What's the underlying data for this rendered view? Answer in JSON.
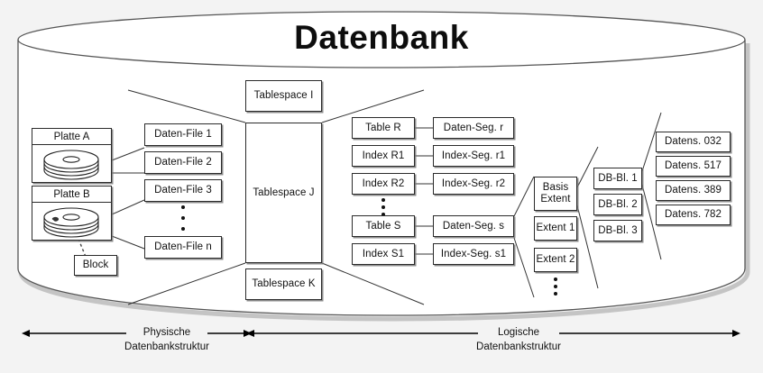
{
  "diagram": {
    "title": "Datenbank",
    "background_color": "#f3f3f3",
    "outline_color": "#555555",
    "box_border_color": "#2b2b2b"
  },
  "physical": {
    "disks": [
      {
        "label": "Platte A",
        "icon": "disk-platter-icon"
      },
      {
        "label": "Platte B",
        "icon": "disk-platter-icon"
      }
    ],
    "block": {
      "label": "Block"
    },
    "data_files": [
      {
        "label": "Daten-File 1"
      },
      {
        "label": "Daten-File 2"
      },
      {
        "label": "Daten-File 3"
      },
      {
        "label": "Daten-File n"
      }
    ],
    "data_files_ellipsis": "⋮"
  },
  "tablespaces": [
    {
      "label": "Tablespace I"
    },
    {
      "label": "Tablespace J"
    },
    {
      "label": "Tablespace K"
    }
  ],
  "objects": [
    {
      "label": "Table R"
    },
    {
      "label": "Index R1"
    },
    {
      "label": "Index R2"
    },
    {
      "label": "Table S"
    },
    {
      "label": "Index S1"
    }
  ],
  "segments": [
    {
      "label": "Daten-Seg. r"
    },
    {
      "label": "Index-Seg. r1"
    },
    {
      "label": "Index-Seg. r2"
    },
    {
      "label": "Daten-Seg. s"
    },
    {
      "label": "Index-Seg. s1"
    }
  ],
  "extents": [
    {
      "label": "Basis Extent",
      "line1": "Basis",
      "line2": "Extent"
    },
    {
      "label": "Extent 1"
    },
    {
      "label": "Extent 2"
    }
  ],
  "db_blocks": [
    {
      "label": "DB-Bl. 1"
    },
    {
      "label": "DB-Bl. 2"
    },
    {
      "label": "DB-Bl. 3"
    }
  ],
  "records": [
    {
      "label": "Datens. 032"
    },
    {
      "label": "Datens. 517"
    },
    {
      "label": "Datens. 389"
    },
    {
      "label": "Datens. 782"
    }
  ],
  "captions": {
    "physical": {
      "line1": "Physische",
      "line2": "Datenbankstruktur"
    },
    "logical": {
      "line1": "Logische",
      "line2": "Datenbankstruktur"
    }
  }
}
